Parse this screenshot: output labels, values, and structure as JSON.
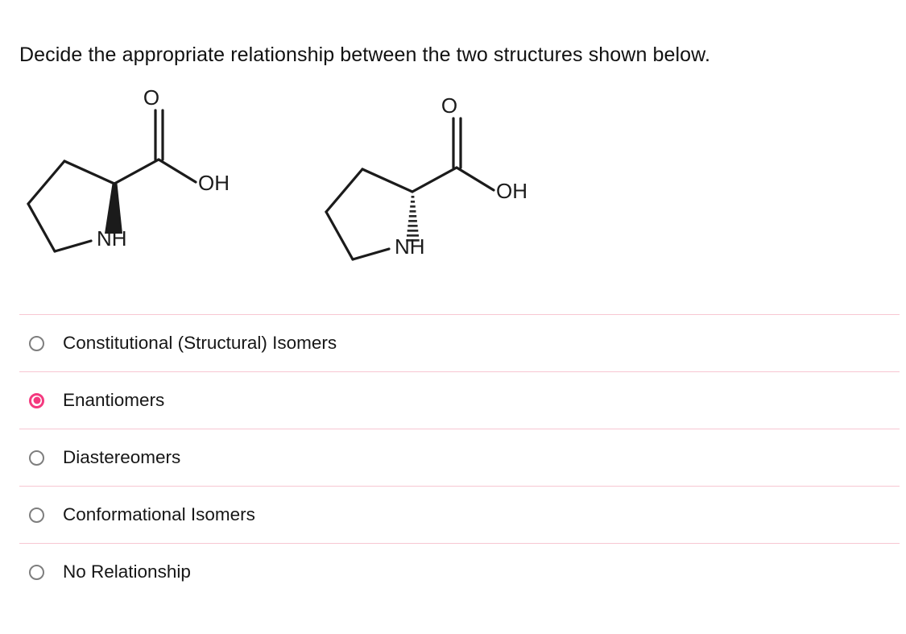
{
  "question": {
    "prompt": "Decide the appropriate relationship between the two structures shown below."
  },
  "structures": [
    {
      "id": "structure-left",
      "name": "proline-wedge",
      "stereo_bond": "bold-wedge",
      "labels": {
        "carbonyl_oxygen": "O",
        "hydroxyl": "OH",
        "amine": "NH"
      }
    },
    {
      "id": "structure-right",
      "name": "proline-hash",
      "stereo_bond": "hashed-wedge",
      "labels": {
        "carbonyl_oxygen": "O",
        "hydroxyl": "OH",
        "amine": "NH"
      }
    }
  ],
  "options": [
    {
      "label": "Constitutional (Structural) Isomers",
      "selected": false
    },
    {
      "label": "Enantiomers",
      "selected": true
    },
    {
      "label": "Diastereomers",
      "selected": false
    },
    {
      "label": "Conformational Isomers",
      "selected": false
    },
    {
      "label": "No Relationship",
      "selected": false
    }
  ],
  "colors": {
    "accent": "#f4397f",
    "divider": "#f7c7d2",
    "radio_unselected": "#7e7e7e",
    "text": "#161616",
    "bond": "#1b1b1b",
    "background": "#ffffff"
  }
}
